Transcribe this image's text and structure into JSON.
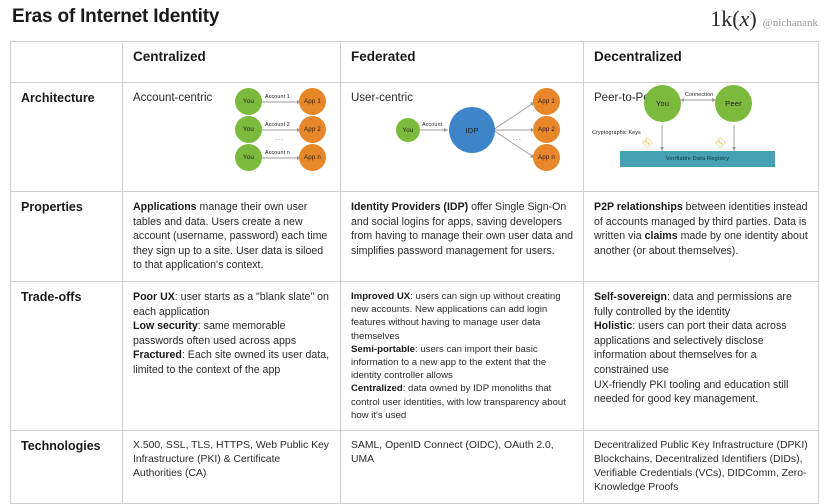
{
  "header": {
    "title": "Eras of Internet Identity",
    "brand_logo_prefix": "1k(",
    "brand_logo_x": "x",
    "brand_logo_suffix": ")",
    "brand_handle": "@nichanank"
  },
  "table": {
    "corner_label": "",
    "columns": [
      "Centralized",
      "Federated",
      "Decentralized"
    ],
    "rows": [
      {
        "label": "Architecture",
        "cells": {
          "centralized": {
            "caption": "Account-centric"
          },
          "federated": {
            "caption": "User-centric"
          },
          "decentralized": {
            "caption": "Peer-to-Peer"
          }
        }
      },
      {
        "label": "Properties",
        "cells": {
          "centralized": {
            "lead": "Applications",
            "body": " manage their own user tables and data. Users create a new account (username, password) each time they sign up to a site. User data is siloed to that application's context."
          },
          "federated": {
            "lead": "Identity Providers (IDP)",
            "body": " offer Single Sign-On and social logins for apps, saving developers from having to manage their own user data and simplifies password management for users."
          },
          "decentralized": {
            "lead": "P2P relationships",
            "body_1": " between identities instead of accounts managed by third parties. Data is written via ",
            "lead_2": "claims",
            "body_2": " made by one identity about another (or about themselves)."
          }
        }
      },
      {
        "label": "Trade-offs",
        "cells": {
          "centralized": [
            {
              "lead": "Poor UX",
              "body": ": user starts as a \"blank slate\" on each application"
            },
            {
              "lead": "Low security",
              "body": ": same memorable passwords often used across apps"
            },
            {
              "lead": "Fractured",
              "body": ": Each site owned its user data, limited to the context of the app"
            }
          ],
          "federated": [
            {
              "lead": "Improved UX",
              "body": ": users can sign up without creating new accounts. New applications can add login features without having to manage user data themselves"
            },
            {
              "lead": "Semi-portable",
              "body": ": users can import their basic information to a new app to the extent that the identity controller allows"
            },
            {
              "lead": "Centralized",
              "body": ": data owned by IDP monoliths that control user identities, with low transparency about how it's used"
            }
          ],
          "decentralized": [
            {
              "lead": "Self-sovereign",
              "body": ": data and permissions are fully controlled by the identity"
            },
            {
              "lead": "Holistic",
              "body": ": users can port their data across applications and selectively disclose information about themselves for a constrained use"
            },
            {
              "lead": "",
              "body": "UX-friendly PKI tooling and education still needed for good key management."
            }
          ]
        }
      },
      {
        "label": "Technologies",
        "cells": {
          "centralized": "X.500, SSL, TLS, HTTPS, Web Public Key Infrastructure (PKI) & Certificate Authorities (CA)",
          "federated": "SAML, OpenID Connect (OIDC), OAuth 2.0, UMA",
          "decentralized": "Decentralized Public Key Infrastructure (DPKI) Blockchains, Decentralized Identifiers (DIDs), Verifiable Credentials (VCs), DIDComm, Zero-Knowledge Proofs"
        }
      }
    ]
  },
  "diagrams": {
    "centralized": {
      "user_nodes": [
        "You",
        "You",
        "You"
      ],
      "app_nodes": [
        "App 1",
        "App 2",
        "App n"
      ],
      "edge_labels": [
        "Account 1",
        "Account 2",
        "Account n"
      ],
      "ellipsis": "..."
    },
    "federated": {
      "user_node": "You",
      "idp_node": "IDP",
      "edge_label": "Account",
      "app_nodes": [
        "App 1",
        "App 2",
        "App n"
      ],
      "ellipsis": "..."
    },
    "decentralized": {
      "you_node": "You",
      "peer_node": "Peer",
      "connection_label": "Connection",
      "keys_label": "Cryptographic Keys",
      "registry_label": "Verifiable Data Registry",
      "key_icon_glyph": "⚿"
    }
  },
  "colors": {
    "green": "#7cba3d",
    "orange": "#e8862a",
    "blue": "#3d85c8",
    "teal": "#46a0b4",
    "key_yellow": "#f0a81e",
    "border": "#cfcfcf"
  }
}
